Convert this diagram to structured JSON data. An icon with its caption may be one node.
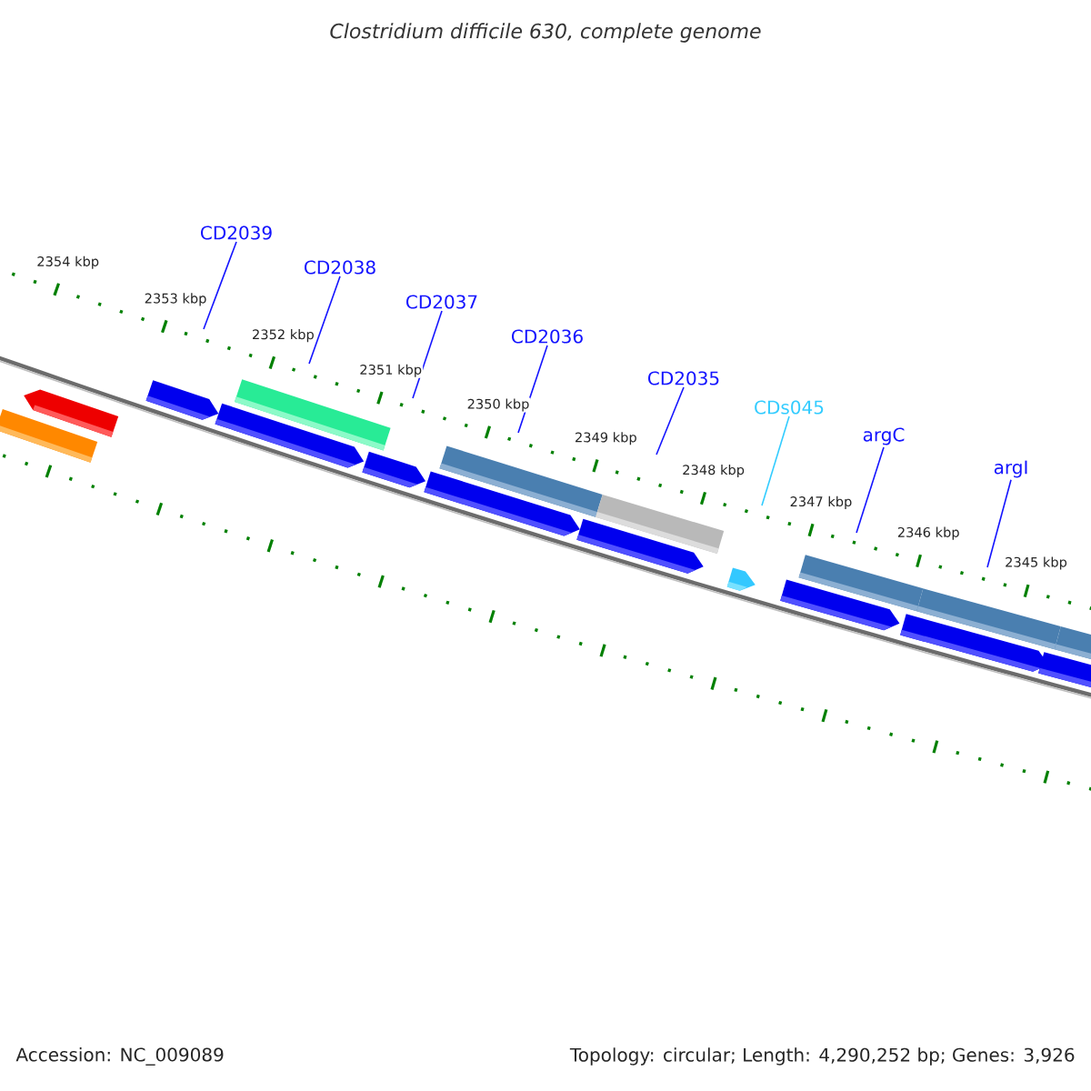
{
  "diagram": {
    "title": "Clostridium difficile 630, complete genome",
    "nodes": [
      {
        "text": [
          "CD2039"
        ]
      },
      {
        "text": [
          "CD2038"
        ]
      },
      {
        "text": [
          "CD2037"
        ]
      },
      {
        "text": [
          "CD2036"
        ]
      },
      {
        "text": [
          "CD2035"
        ]
      },
      {
        "text": [
          "CDs045"
        ]
      },
      {
        "text": [
          "argC"
        ]
      },
      {
        "text": [
          "argI"
        ]
      }
    ],
    "edges": [
      {
        "from": 0,
        "to": null,
        "arrow": "none"
      },
      {
        "from": 1,
        "to": null,
        "arrow": "none"
      },
      {
        "from": 2,
        "to": null,
        "arrow": "none"
      },
      {
        "from": 3,
        "to": null,
        "arrow": "none"
      },
      {
        "from": 4,
        "to": null,
        "arrow": "none"
      },
      {
        "from": 5,
        "to": null,
        "arrow": "none",
        "color": "#33ccff"
      },
      {
        "from": 6,
        "to": null,
        "arrow": "none"
      },
      {
        "from": 7,
        "to": null,
        "arrow": "none"
      }
    ],
    "labels": [
      "2354 kbp",
      "2353 kbp",
      "2352 kbp",
      "2351 kbp",
      "2350 kbp",
      "2349 kbp",
      "2348 kbp",
      "2347 kbp",
      "2346 kbp",
      "2345 kbp",
      "Accession: NC_009089",
      "Topology: circular; Length: 4,290,252 bp; Genes: 3,926"
    ]
  }
}
